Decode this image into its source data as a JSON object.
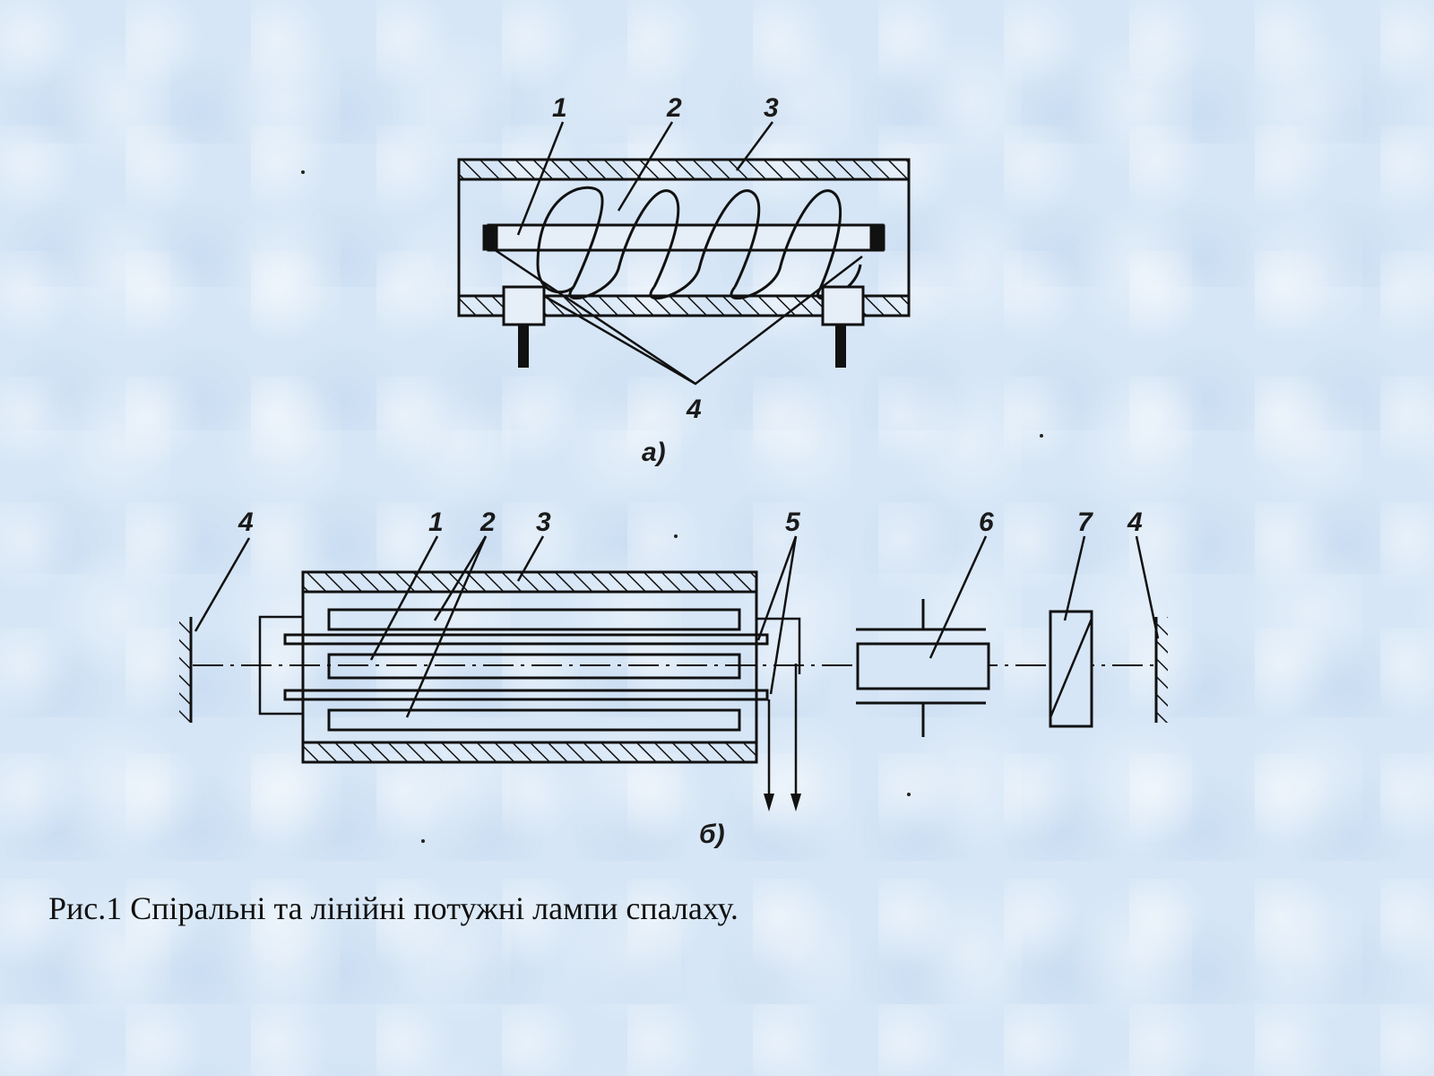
{
  "figure_a": {
    "sublabel": "а)",
    "callouts": {
      "n1": "1",
      "n2": "2",
      "n3": "3",
      "n4": "4"
    }
  },
  "figure_b": {
    "sublabel": "б)",
    "callouts": {
      "n1": "1",
      "n2": "2",
      "n3": "3",
      "n4_left": "4",
      "n5": "5",
      "n6": "6",
      "n7": "7",
      "n4_right": "4"
    }
  },
  "caption": "Рис.1 Спіральні та лінійні потужні лампи спалаху."
}
